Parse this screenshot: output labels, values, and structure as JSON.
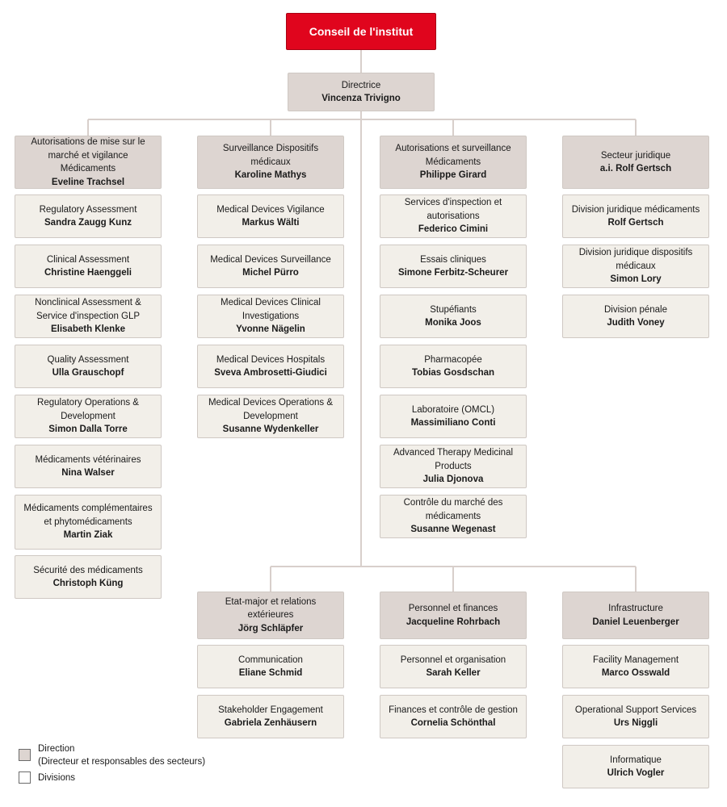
{
  "council": {
    "label": "Conseil de l'institut"
  },
  "director": {
    "title": "Directrice",
    "name": "Vincenza Trivigno"
  },
  "sectors_top": [
    {
      "title": "Autorisations de mise sur le marché et vigilance Médicaments",
      "name": "Eveline Trachsel",
      "divisions": [
        {
          "title": "Regulatory Assessment",
          "name": "Sandra Zaugg Kunz"
        },
        {
          "title": "Clinical Assessment",
          "name": "Christine Haenggeli"
        },
        {
          "title": "Nonclinical Assessment & Service d'inspection GLP",
          "name": "Elisabeth Klenke"
        },
        {
          "title": "Quality Assessment",
          "name": "Ulla Grauschopf"
        },
        {
          "title": "Regulatory Operations & Development",
          "name": "Simon Dalla Torre"
        },
        {
          "title": "Médicaments vétérinaires",
          "name": "Nina Walser"
        },
        {
          "title": "Médicaments complémentaires et phytomédicaments",
          "name": "Martin Ziak"
        },
        {
          "title": "Sécurité des médicaments",
          "name": "Christoph Küng"
        }
      ]
    },
    {
      "title": "Surveillance Dispositifs médicaux",
      "name": "Karoline Mathys",
      "divisions": [
        {
          "title": "Medical Devices Vigilance",
          "name": "Markus Wälti"
        },
        {
          "title": "Medical Devices Surveillance",
          "name": "Michel Pürro"
        },
        {
          "title": "Medical Devices Clinical Investigations",
          "name": "Yvonne Nägelin"
        },
        {
          "title": "Medical Devices Hospitals",
          "name": "Sveva Ambrosetti-Giudici"
        },
        {
          "title": "Medical Devices Operations & Development",
          "name": "Susanne Wydenkeller"
        }
      ]
    },
    {
      "title": "Autorisations et surveillance Médicaments",
      "name": "Philippe Girard",
      "divisions": [
        {
          "title": "Services d'inspection et autorisations",
          "name": "Federico Cimini"
        },
        {
          "title": "Essais cliniques",
          "name": "Simone Ferbitz-Scheurer"
        },
        {
          "title": "Stupéfiants",
          "name": "Monika Joos"
        },
        {
          "title": "Pharmacopée",
          "name": "Tobias Gosdschan"
        },
        {
          "title": "Laboratoire (OMCL)",
          "name": "Massimiliano Conti"
        },
        {
          "title": "Advanced Therapy Medicinal Products",
          "name": "Julia Djonova"
        },
        {
          "title": "Contrôle du marché des médicaments",
          "name": "Susanne Wegenast"
        }
      ]
    },
    {
      "title": "Secteur juridique",
      "name": "a.i. Rolf Gertsch",
      "divisions": [
        {
          "title": "Division juridique médicaments",
          "name": "Rolf Gertsch"
        },
        {
          "title": "Division juridique dispositifs médicaux",
          "name": "Simon Lory"
        },
        {
          "title": "Division pénale",
          "name": "Judith Voney"
        }
      ]
    }
  ],
  "sectors_bottom": [
    {
      "title": "Etat-major et relations extérieures",
      "name": "Jörg Schläpfer",
      "divisions": [
        {
          "title": "Communication",
          "name": "Eliane Schmid"
        },
        {
          "title": "Stakeholder Engagement",
          "name": "Gabriela Zenhäusern"
        }
      ]
    },
    {
      "title": "Personnel et finances",
      "name": "Jacqueline Rohrbach",
      "divisions": [
        {
          "title": "Personnel et organisation",
          "name": "Sarah Keller"
        },
        {
          "title": "Finances et contrôle de gestion",
          "name": "Cornelia Schönthal"
        }
      ]
    },
    {
      "title": "Infrastructure",
      "name": "Daniel Leuenberger",
      "divisions": [
        {
          "title": "Facility Management",
          "name": "Marco Osswald"
        },
        {
          "title": "Operational Support Services",
          "name": "Urs Niggli"
        },
        {
          "title": "Informatique",
          "name": "Ulrich Vogler"
        }
      ]
    }
  ],
  "legend": {
    "direction_label": "Direction",
    "direction_note": "(Directeur et responsables des secteurs)",
    "divisions_label": "Divisions"
  },
  "colors": {
    "council": "#e0051d",
    "direction": "#ddd5d1",
    "division": "#f2efe9",
    "connector": "#d8cfcb"
  }
}
